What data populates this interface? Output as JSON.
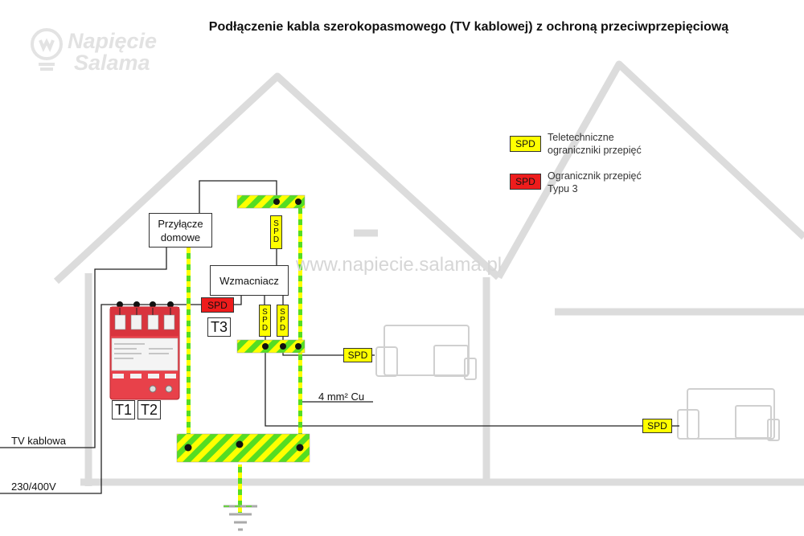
{
  "title": "Podłączenie kabla szerokopasmowego (TV kablowej) z ochroną przeciwprzepięciową",
  "logo": {
    "line1": "Napięcie",
    "line2": "Salama"
  },
  "watermark": "www.napiecie.salama.pl",
  "legend": {
    "telecom": {
      "badge": "SPD",
      "line1": "Teletechniczne",
      "line2": "ograniczniki przepięć"
    },
    "type3": {
      "badge": "SPD",
      "line1": "Ogranicznik przepięć",
      "line2": "Typu 3"
    }
  },
  "boxes": {
    "house_connection": {
      "line1": "Przyłącze",
      "line2": "domowe"
    },
    "amplifier": "Wzmacniacz"
  },
  "spd": {
    "vertical_top": [
      "S",
      "P",
      "D"
    ],
    "vertical_left": [
      "S",
      "P",
      "D"
    ],
    "vertical_right": [
      "S",
      "P",
      "D"
    ],
    "red_label": "SPD",
    "tv1_label": "SPD",
    "tv2_label": "SPD"
  },
  "types": {
    "t3": "T3",
    "t1": "T1",
    "t2": "T2"
  },
  "labels": {
    "cable": "4 mm² Cu",
    "tv_cable": "TV kablowa",
    "power": "230/400V"
  },
  "colors": {
    "stripe_yellow": "#ffff00",
    "stripe_green": "#55dd22",
    "spd_yellow": "#ffff00",
    "spd_red": "#ee1c1c",
    "device_red": "#e8414a"
  },
  "icons": [
    "house-outline",
    "monitor-devices-icon",
    "ground-symbol-icon",
    "surge-arrester-device"
  ]
}
